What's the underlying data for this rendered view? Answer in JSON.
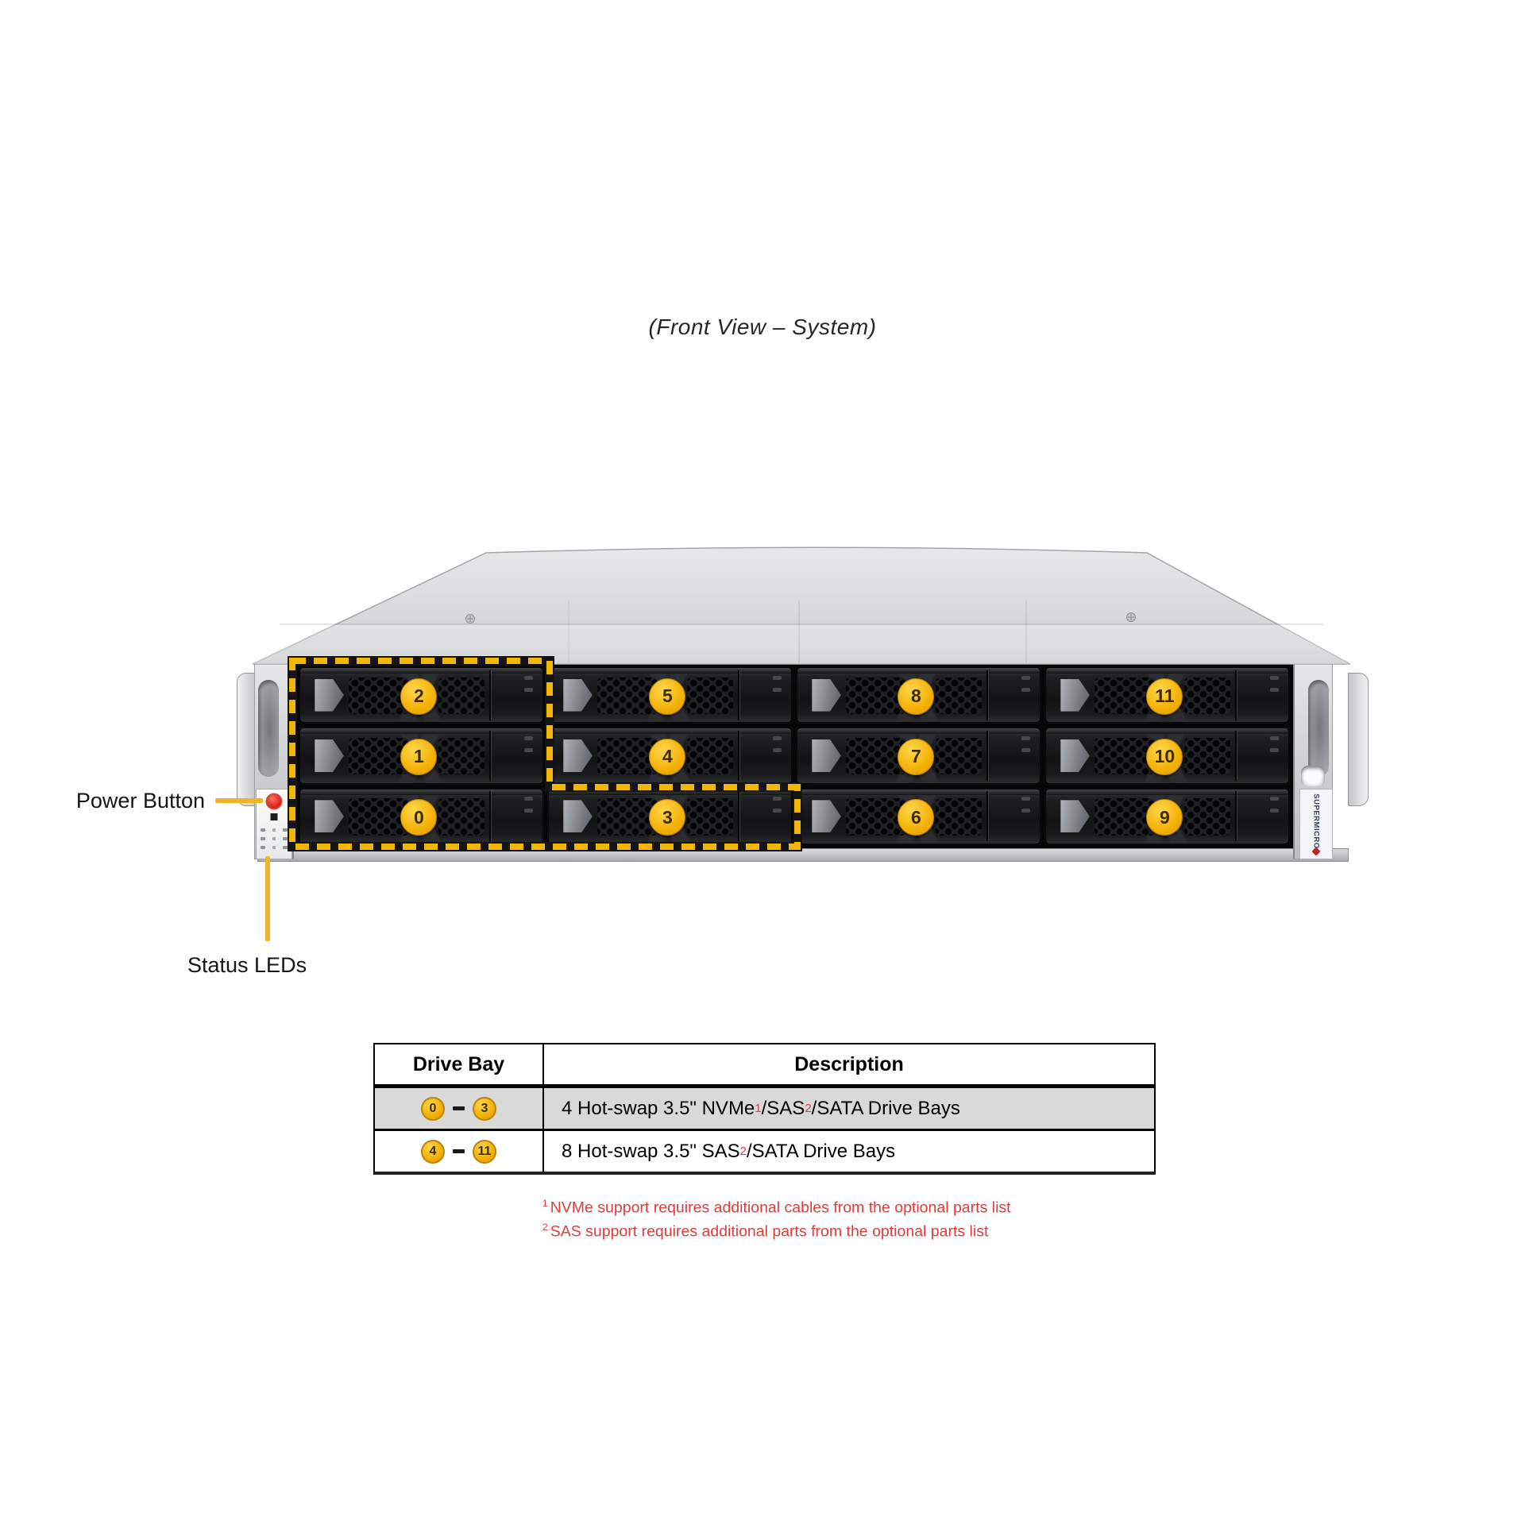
{
  "title": "(Front View – System)",
  "callouts": {
    "power_button": "Power Button",
    "status_leds": "Status LEDs"
  },
  "chassis": {
    "brand": "SUPERMICRO",
    "bays": [
      "2",
      "5",
      "8",
      "11",
      "1",
      "4",
      "7",
      "10",
      "0",
      "3",
      "6",
      "9"
    ],
    "highlighted_bays": "0–3"
  },
  "table": {
    "headers": [
      "Drive Bay",
      "Description"
    ],
    "range_separator": "–",
    "rows": [
      {
        "from": "0",
        "to": "3",
        "desc": {
          "p1": "4 Hot-swap 3.5\" NVMe",
          "s1": "1",
          "p2": "/SAS",
          "s2": "2",
          "p3": "/SATA Drive Bays"
        }
      },
      {
        "from": "4",
        "to": "11",
        "desc": {
          "p1": "8 Hot-swap 3.5\" SAS",
          "s1": "2",
          "p2": "/SATA Drive Bays",
          "s2": "",
          "p3": ""
        }
      }
    ]
  },
  "footnotes": [
    {
      "sup": "1",
      "text": "NVMe support requires additional cables from the optional parts list"
    },
    {
      "sup": "2",
      "text": "SAS support requires additional parts from the optional parts list"
    }
  ],
  "colors": {
    "highlight_yellow": "#f2b705",
    "badge_yellow": "#f4b003",
    "footnote_red": "#e03c3c",
    "chassis_silver": "#d2d4d6",
    "tray_black": "#141416",
    "power_button_red": "#e2281c",
    "table_row_gray": "#d9d9d9"
  }
}
